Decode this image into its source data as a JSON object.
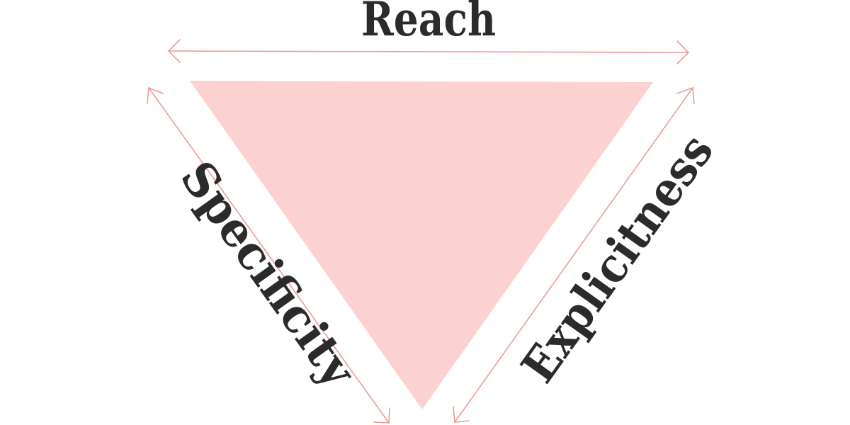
{
  "labels": {
    "top": "Reach",
    "left": "Specificity",
    "right": "Explicitness"
  },
  "colors": {
    "triangle_fill": "#fcd1d1",
    "arrow_stroke": "#ee9a9a",
    "label_text": "#2b2b2b",
    "background": "#ffffff"
  }
}
